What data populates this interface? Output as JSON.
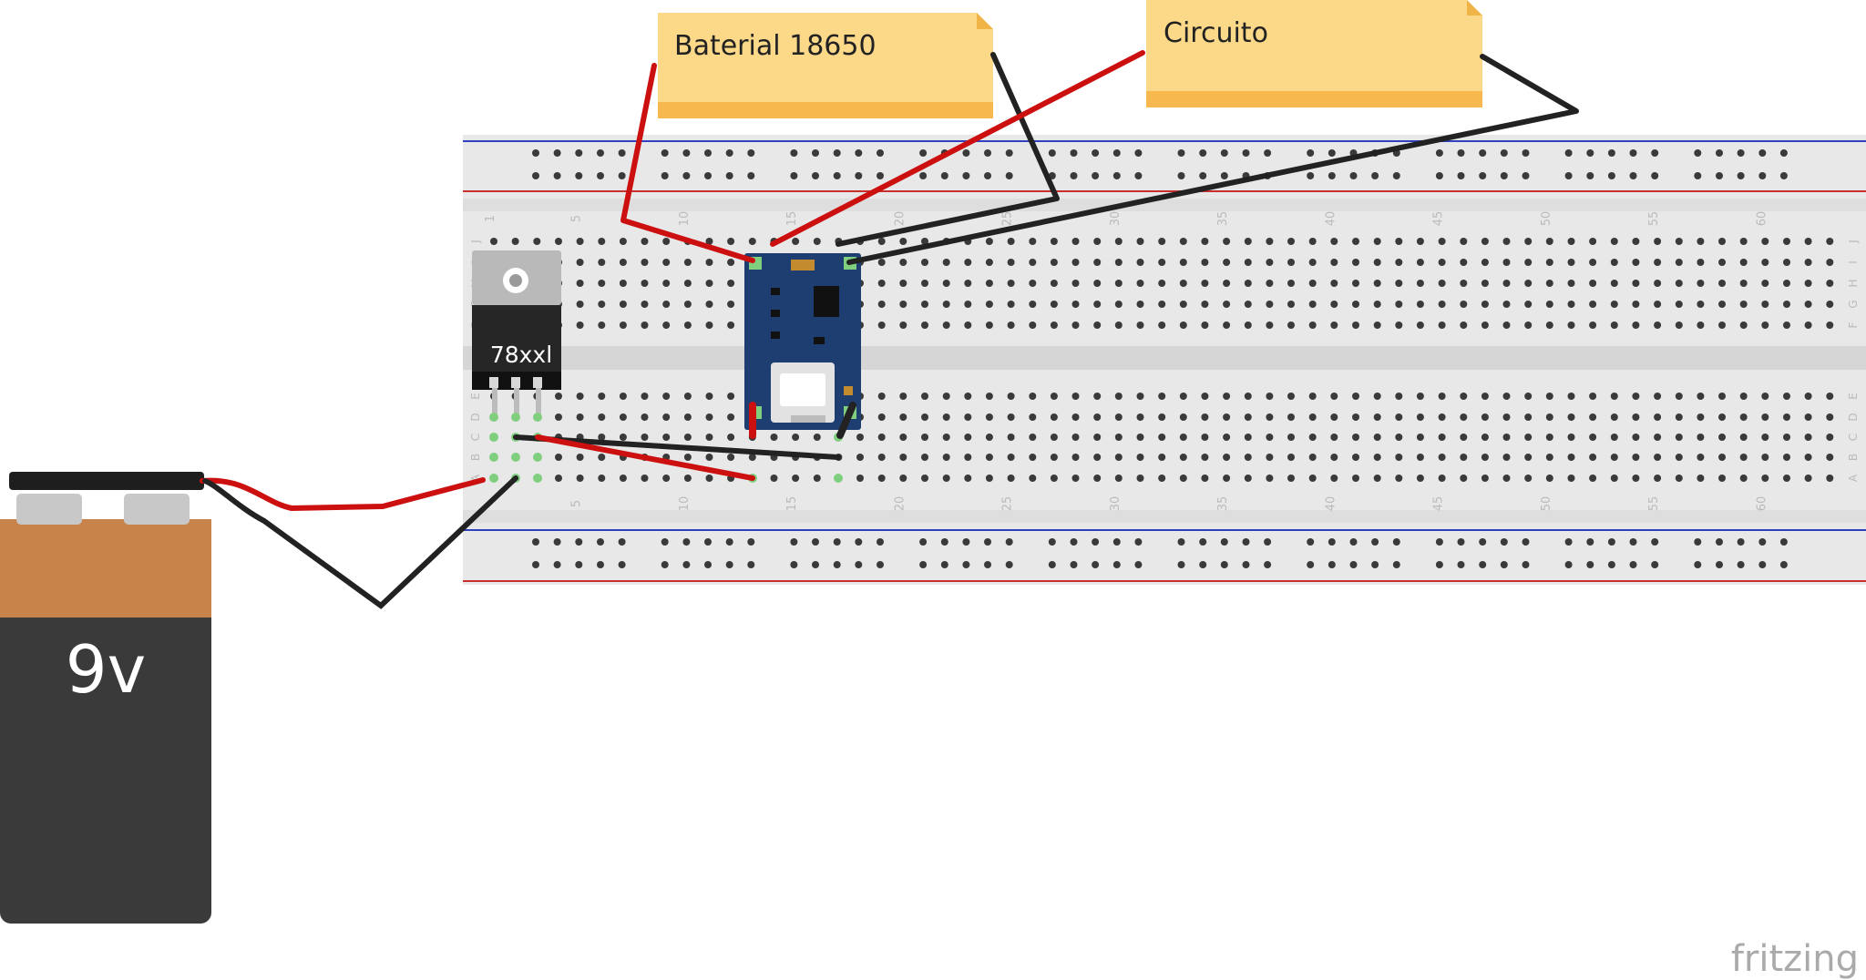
{
  "notes": [
    {
      "text": "Baterial 18650"
    },
    {
      "text": "Circuito"
    }
  ],
  "battery": {
    "label": "9v"
  },
  "regulator": {
    "label": "78xxl"
  },
  "breadboard": {
    "column_numbers": [
      "1",
      "5",
      "10",
      "15",
      "20",
      "25",
      "30",
      "35",
      "40",
      "45",
      "50",
      "55",
      "60"
    ],
    "bottom_column_numbers": [
      "5",
      "10",
      "15",
      "20",
      "25",
      "30",
      "35",
      "40",
      "45",
      "50",
      "55",
      "60"
    ],
    "row_letters_top": [
      "J",
      "I",
      "H",
      "G",
      "F"
    ],
    "row_letters_bottom": [
      "E",
      "D",
      "C",
      "B",
      "A"
    ]
  },
  "wire_colors": {
    "red": "#cc1010",
    "black": "#222222"
  },
  "brand": {
    "logo": "fritzing"
  }
}
